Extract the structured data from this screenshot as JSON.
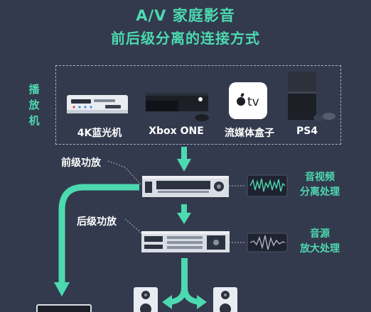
{
  "title": {
    "line1": "A/V 家庭影音",
    "line2": "前后级分离的连接方式"
  },
  "sources_label": "播放机",
  "devices": [
    {
      "name": "4K蓝光机"
    },
    {
      "name": "Xbox ONE"
    },
    {
      "name": "流媒体盒子",
      "logo_text": "tv"
    },
    {
      "name": "PS4"
    }
  ],
  "preamp": {
    "label": "前级功放"
  },
  "poweramp": {
    "label": "后级功放"
  },
  "processing": {
    "av_split": "音视频\n分离处理",
    "amplify": "音源\n放大处理"
  },
  "colors": {
    "background": "#333a4d",
    "accent": "#4dd9b0",
    "device_dark": "#1c1f26",
    "device_light": "#e9ecf1"
  }
}
